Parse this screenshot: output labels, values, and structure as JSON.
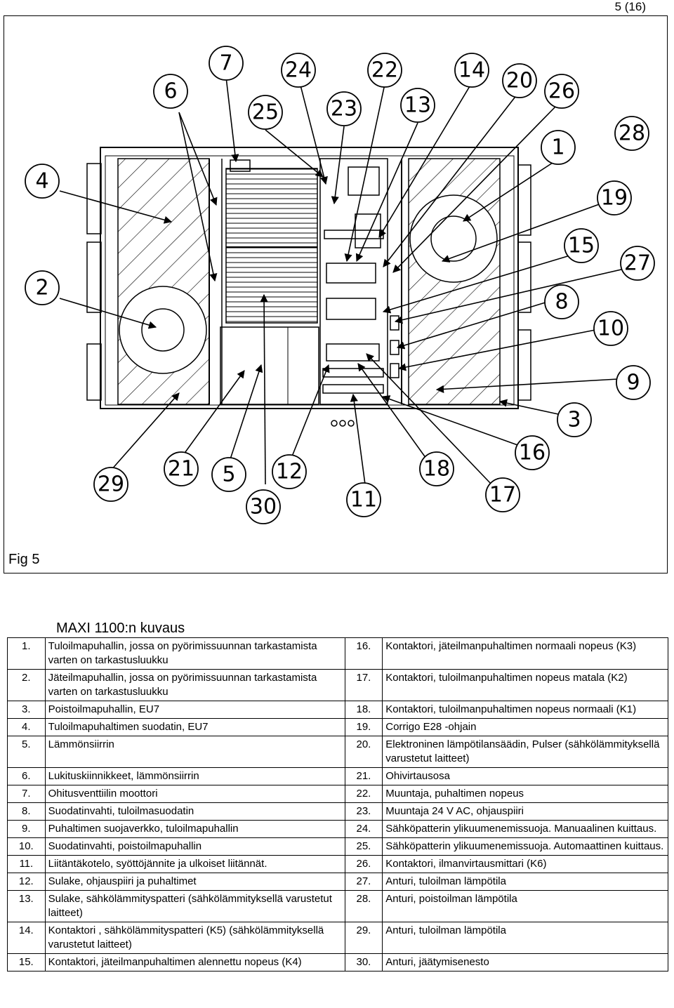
{
  "page_number": "5 (16)",
  "figure_label": "Fig 5",
  "callouts": [
    "4",
    "2",
    "6",
    "7",
    "25",
    "24",
    "23",
    "22",
    "13",
    "14",
    "20",
    "26",
    "1",
    "28",
    "19",
    "15",
    "27",
    "8",
    "10",
    "9",
    "3",
    "16",
    "17",
    "18",
    "11",
    "12",
    "30",
    "5",
    "21",
    "29"
  ],
  "legend_title": "MAXI 1100:n kuvaus",
  "legend_rows": [
    {
      "ln": "1.",
      "lt": "Tuloilmapuhallin, jossa on pyörimissuunnan tarkastamista varten on tarkastusluukku",
      "rn": "16.",
      "rt": "Kontaktori, jäteilmanpuhaltimen normaali nopeus (K3)"
    },
    {
      "ln": "2.",
      "lt": "Jäteilmapuhallin, jossa on pyörimissuunnan tarkastamista varten on tarkastusluukku",
      "rn": "17.",
      "rt": "Kontaktori, tuloilmanpuhaltimen nopeus matala (K2)"
    },
    {
      "ln": "3.",
      "lt": "Poistoilmapuhallin, EU7",
      "rn": "18.",
      "rt": "Kontaktori, tuloilmanpuhaltimen nopeus normaali (K1)"
    },
    {
      "ln": "4.",
      "lt": "Tuloilmapuhaltimen suodatin, EU7",
      "rn": "19.",
      "rt": "Corrigo E28 -ohjain"
    },
    {
      "ln": "5.",
      "lt": "Lämmönsiirrin",
      "rn": "20.",
      "rt": "Elektroninen lämpötilansäädin, Pulser (sähkölämmityksellä varustetut laitteet)"
    },
    {
      "ln": "6.",
      "lt": "Lukituskiinnikkeet, lämmönsiirrin",
      "rn": "21.",
      "rt": "Ohivirtausosa"
    },
    {
      "ln": "7.",
      "lt": "Ohitusventtiilin moottori",
      "rn": "22.",
      "rt": "Muuntaja, puhaltimen nopeus"
    },
    {
      "ln": "8.",
      "lt": "Suodatinvahti, tuloilmasuodatin",
      "rn": "23.",
      "rt": "Muuntaja 24 V AC, ohjauspiiri"
    },
    {
      "ln": "9.",
      "lt": "Puhaltimen suojaverkko, tuloilmapuhallin",
      "rn": "24.",
      "rt": "Sähköpatterin ylikuumenemissuoja. Manuaalinen kuittaus."
    },
    {
      "ln": "10.",
      "lt": "Suodatinvahti, poistoilmapuhallin",
      "rn": "25.",
      "rt": "Sähköpatterin ylikuumenemissuoja. Automaattinen kuittaus."
    },
    {
      "ln": "11.",
      "lt": "Liitäntäkotelo, syöttöjännite ja ulkoiset liitännät.",
      "rn": "26.",
      "rt": "Kontaktori, ilmanvirtausmittari (K6)"
    },
    {
      "ln": "12.",
      "lt": "Sulake, ohjauspiiri ja puhaltimet",
      "rn": "27.",
      "rt": "Anturi, tuloilman lämpötila"
    },
    {
      "ln": "13.",
      "lt": "Sulake, sähkölämmityspatteri (sähkölämmityksellä varustetut laitteet)",
      "rn": "28.",
      "rt": "Anturi, poistoilman lämpötila"
    },
    {
      "ln": "14.",
      "lt": "Kontaktori , sähkölämmityspatteri (K5) (sähkölämmityksellä varustetut laitteet)",
      "rn": "29.",
      "rt": "Anturi, tuloilman lämpötila"
    },
    {
      "ln": "15.",
      "lt": "Kontaktori, jäteilmanpuhaltimen alennettu nopeus (K4)",
      "rn": "30.",
      "rt": "Anturi, jäätymisenesto"
    }
  ]
}
